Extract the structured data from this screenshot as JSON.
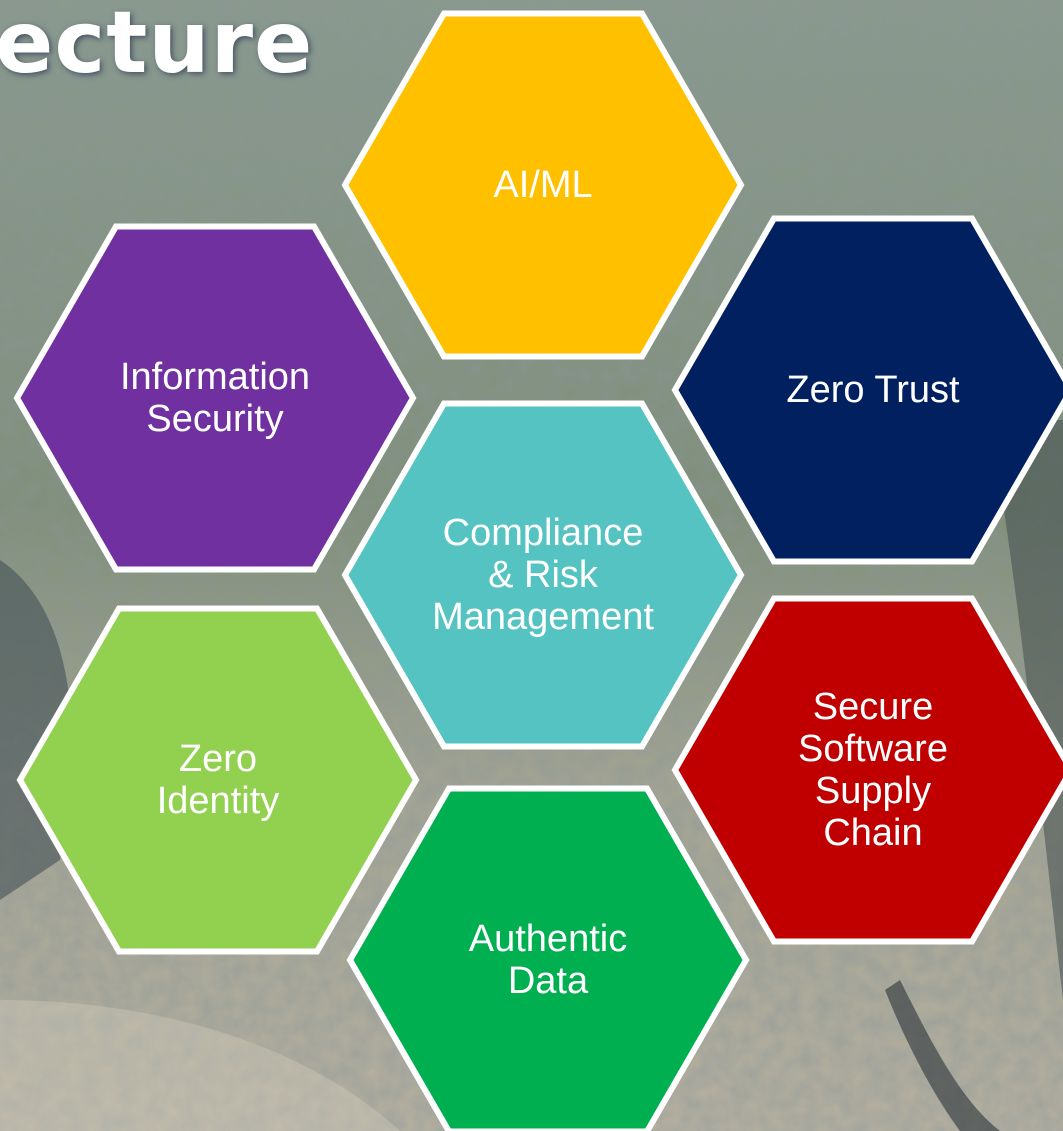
{
  "heading": "ecture",
  "hexagons": [
    {
      "id": "ai-ml",
      "lines": [
        "AI/ML"
      ],
      "color": "#ffc000"
    },
    {
      "id": "information-security",
      "lines": [
        "Information",
        "Security"
      ],
      "color": "#7030a0"
    },
    {
      "id": "zero-trust",
      "lines": [
        "Zero Trust"
      ],
      "color": "#002060"
    },
    {
      "id": "compliance-risk-management",
      "lines": [
        "Compliance",
        "& Risk",
        "Management"
      ],
      "color": "#55c3c1"
    },
    {
      "id": "zero-identity",
      "lines": [
        "Zero",
        "Identity"
      ],
      "color": "#92d050"
    },
    {
      "id": "secure-software-supply-chain",
      "lines": [
        "Secure",
        "Software",
        "Supply",
        "Chain"
      ],
      "color": "#c00000"
    },
    {
      "id": "authentic-data",
      "lines": [
        "Authentic",
        "Data"
      ],
      "color": "#00b050"
    }
  ]
}
